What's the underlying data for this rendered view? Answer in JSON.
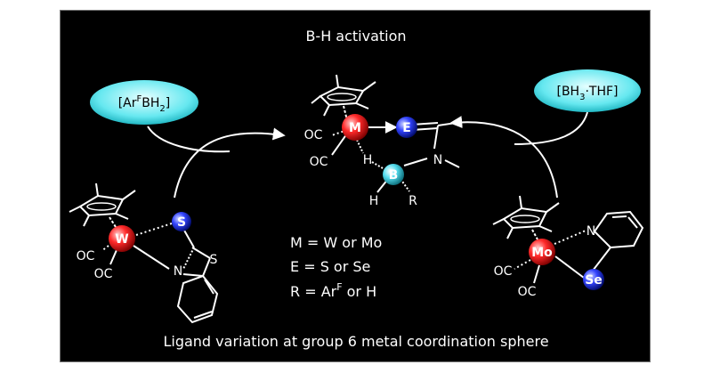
{
  "title": "B-H activation",
  "caption": "Ligand variation at group 6 metal coordination sphere",
  "reagents": {
    "left": {
      "base": "[Ar",
      "sup": "F",
      "rest": "BH",
      "sub": "2",
      "end": "]"
    },
    "right": {
      "base": "[BH",
      "sub": "3",
      "rest": "·THF]"
    }
  },
  "legend": {
    "m": "M = W or Mo",
    "e": "E = S or Se",
    "r_base": "R = Ar",
    "r_sup": "F",
    "r_rest": " or H"
  },
  "atoms": {
    "center": {
      "metal": "M",
      "chalcogen": "E",
      "boron": "B",
      "n": "N",
      "h1": "H",
      "h2": "H",
      "r": "R",
      "co1": "OC",
      "co2": "OC"
    },
    "left": {
      "metal": "W",
      "s1": "S",
      "s2": "S",
      "n": "N",
      "co1": "OC",
      "co2": "OC"
    },
    "right": {
      "metal": "Mo",
      "se": "Se",
      "n": "N",
      "co1": "OC",
      "co2": "OC"
    }
  },
  "colors": {
    "background": "#000000",
    "reagent_fill": "#66e8f0",
    "metal": "#ff2a2a",
    "chalcogen": "#3344ff",
    "boron": "#55ddee",
    "bond": "#ffffff"
  }
}
